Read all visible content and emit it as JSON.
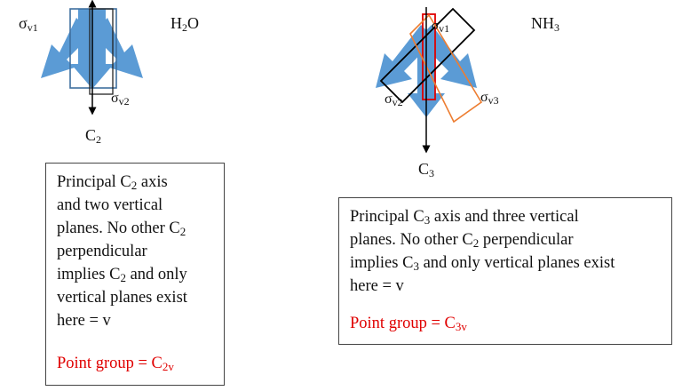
{
  "colors": {
    "arrow_fill": "#5b9bd5",
    "plane_blue": "#3f6f9f",
    "plane_orange": "#ed7d31",
    "plane_red": "#e00000",
    "axis": "#000000",
    "point_group_text": "#e00000"
  },
  "h2o": {
    "molecule": {
      "main": "H",
      "sub": "2",
      "tail": "O"
    },
    "sigma_v1": {
      "sym": "σ",
      "sub": "v1"
    },
    "sigma_v2": {
      "sym": "σ",
      "sub": "v2"
    },
    "axis": {
      "main": "C",
      "sub": "2"
    },
    "box": {
      "line1_a": "Principal C",
      "line1_sub": "2",
      "line1_b": " axis",
      "line2": "and two vertical",
      "line3_a": "planes. No other C",
      "line3_sub": "2",
      "line4": "perpendicular",
      "line5_a": "implies C",
      "line5_sub": "2",
      "line5_b": " and only",
      "line6": "vertical planes exist",
      "line7": "here = v",
      "pg_a": "Point group = C",
      "pg_sub": "2v"
    }
  },
  "nh3": {
    "molecule": {
      "main": "NH",
      "sub": "3"
    },
    "sigma_v1": {
      "sym": "σ",
      "sub": "v1"
    },
    "sigma_v2": {
      "sym": "σ",
      "sub": "v2"
    },
    "sigma_v3": {
      "sym": "σ",
      "sub": "v3"
    },
    "axis": {
      "main": "C",
      "sub": "3"
    },
    "box": {
      "line1_a": "Principal C",
      "line1_sub": "3",
      "line1_b": " axis and three vertical",
      "line2_a": "planes. No other C",
      "line2_sub": "2",
      "line2_b": " perpendicular",
      "line3_a": "implies C",
      "line3_sub": "3",
      "line3_b": " and only vertical planes exist",
      "line4": "here = v",
      "pg_a": "Point group = C",
      "pg_sub": "3v"
    }
  }
}
